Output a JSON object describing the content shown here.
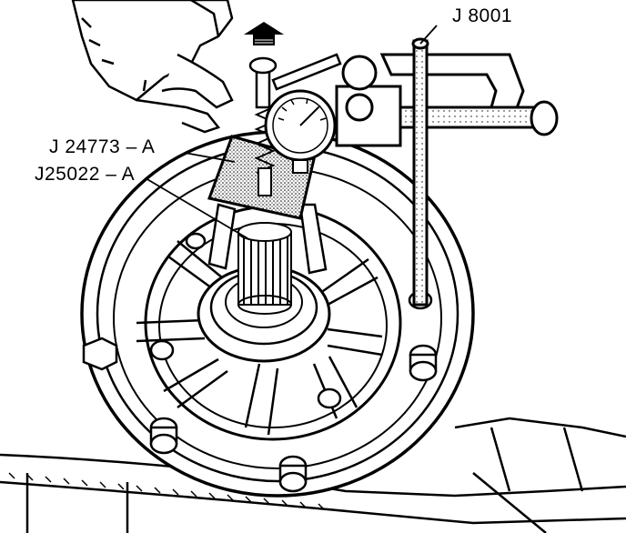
{
  "labels": {
    "j8001": "J 8001",
    "j24773": "J 24773 – A",
    "j25022": "J25022 – A"
  },
  "colors": {
    "line": "#000000",
    "shade": "#9a9a9a",
    "background": "#ffffff"
  }
}
